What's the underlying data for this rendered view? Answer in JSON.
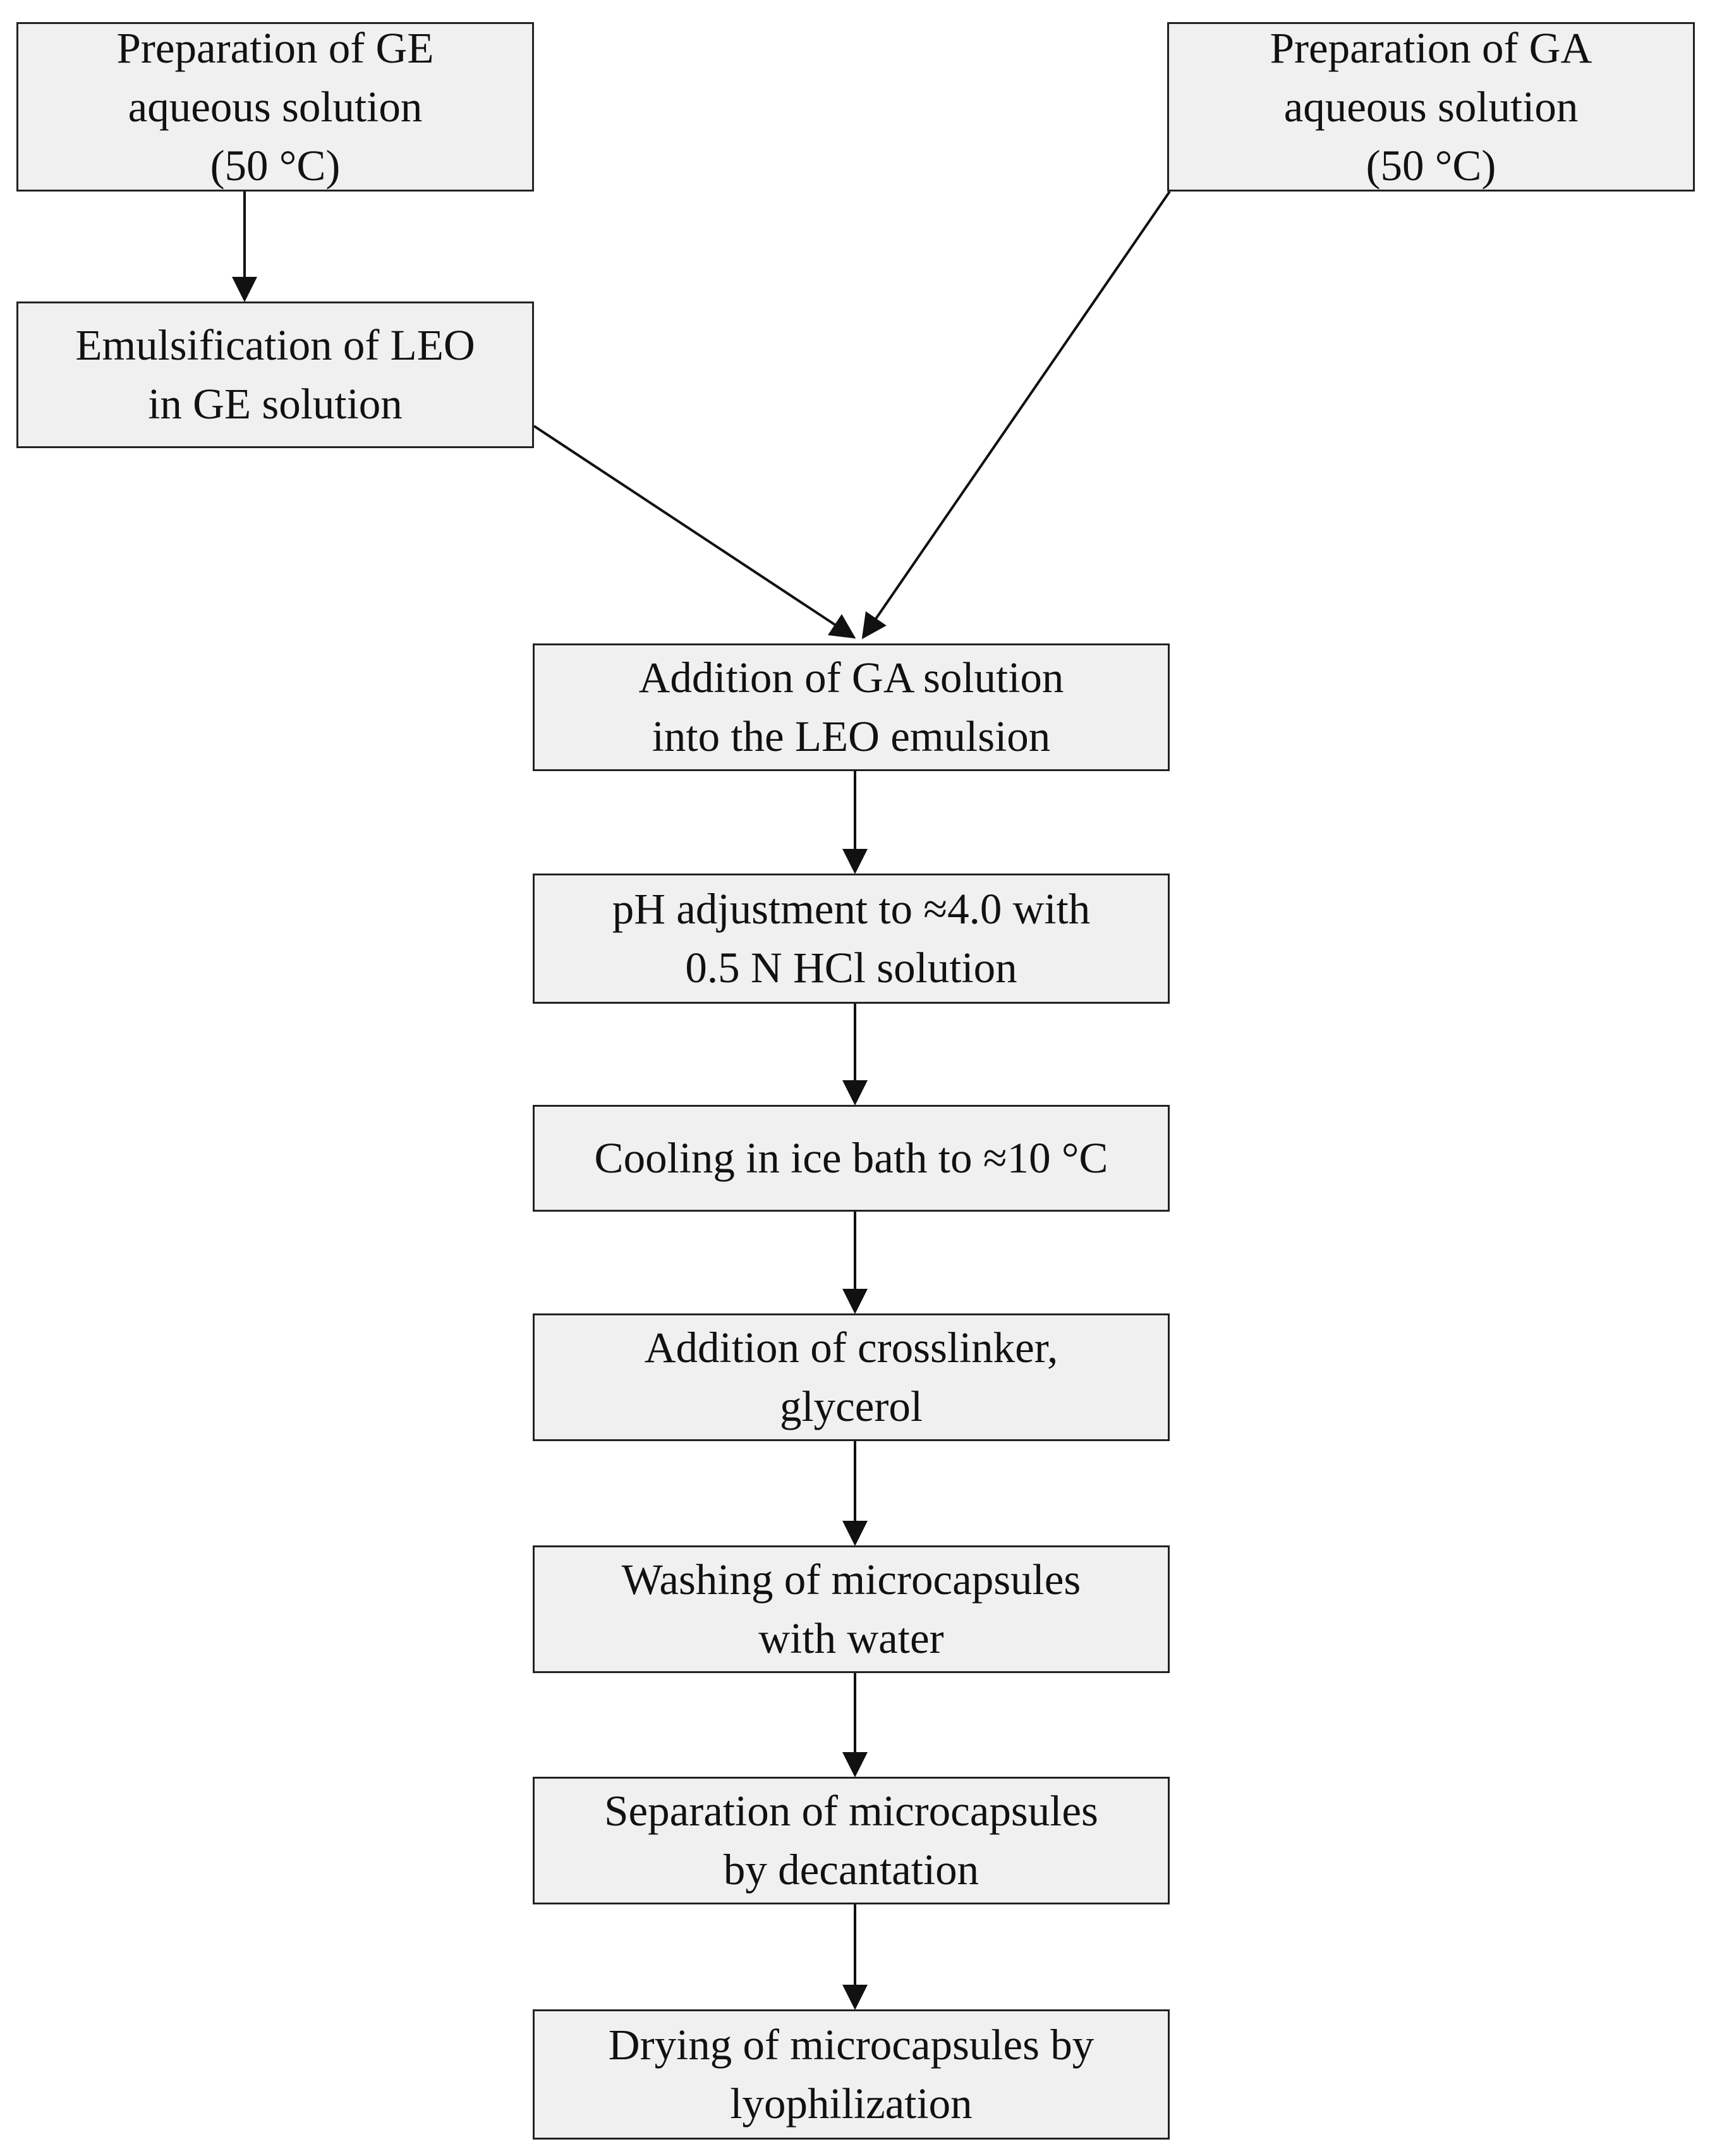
{
  "diagram": {
    "steps": [
      {
        "id": "ge_prep",
        "lines": [
          "Preparation of GE",
          "aqueous solution",
          "(50 °C)"
        ]
      },
      {
        "id": "ga_prep",
        "lines": [
          "Preparation of GA",
          "aqueous solution",
          "(50 °C)"
        ]
      },
      {
        "id": "emulsify",
        "lines": [
          "Emulsification of LEO",
          "in GE solution"
        ]
      },
      {
        "id": "add_ga",
        "lines": [
          "Addition of GA solution",
          "into the LEO emulsion"
        ]
      },
      {
        "id": "ph",
        "lines": [
          "pH adjustment to ≈4.0 with",
          "0.5 N HCl solution"
        ]
      },
      {
        "id": "cooling",
        "lines": [
          "Cooling in ice bath to ≈10 °C"
        ]
      },
      {
        "id": "crosslinker",
        "lines": [
          "Addition of crosslinker,",
          "glycerol"
        ]
      },
      {
        "id": "washing",
        "lines": [
          "Washing of microcapsules",
          "with water"
        ]
      },
      {
        "id": "separation",
        "lines": [
          "Separation of microcapsules",
          "by decantation"
        ]
      },
      {
        "id": "drying",
        "lines": [
          "Drying of microcapsules by",
          "lyophilization"
        ]
      }
    ],
    "edges": [
      {
        "from": "ge_prep",
        "to": "emulsify"
      },
      {
        "from": "emulsify",
        "to": "add_ga"
      },
      {
        "from": "ga_prep",
        "to": "add_ga"
      },
      {
        "from": "add_ga",
        "to": "ph"
      },
      {
        "from": "ph",
        "to": "cooling"
      },
      {
        "from": "cooling",
        "to": "crosslinker"
      },
      {
        "from": "crosslinker",
        "to": "washing"
      },
      {
        "from": "washing",
        "to": "separation"
      },
      {
        "from": "separation",
        "to": "drying"
      }
    ],
    "colors": {
      "box_fill": "#f0f0f0",
      "box_border": "#222222",
      "arrow": "#111111",
      "text": "#111111"
    }
  }
}
